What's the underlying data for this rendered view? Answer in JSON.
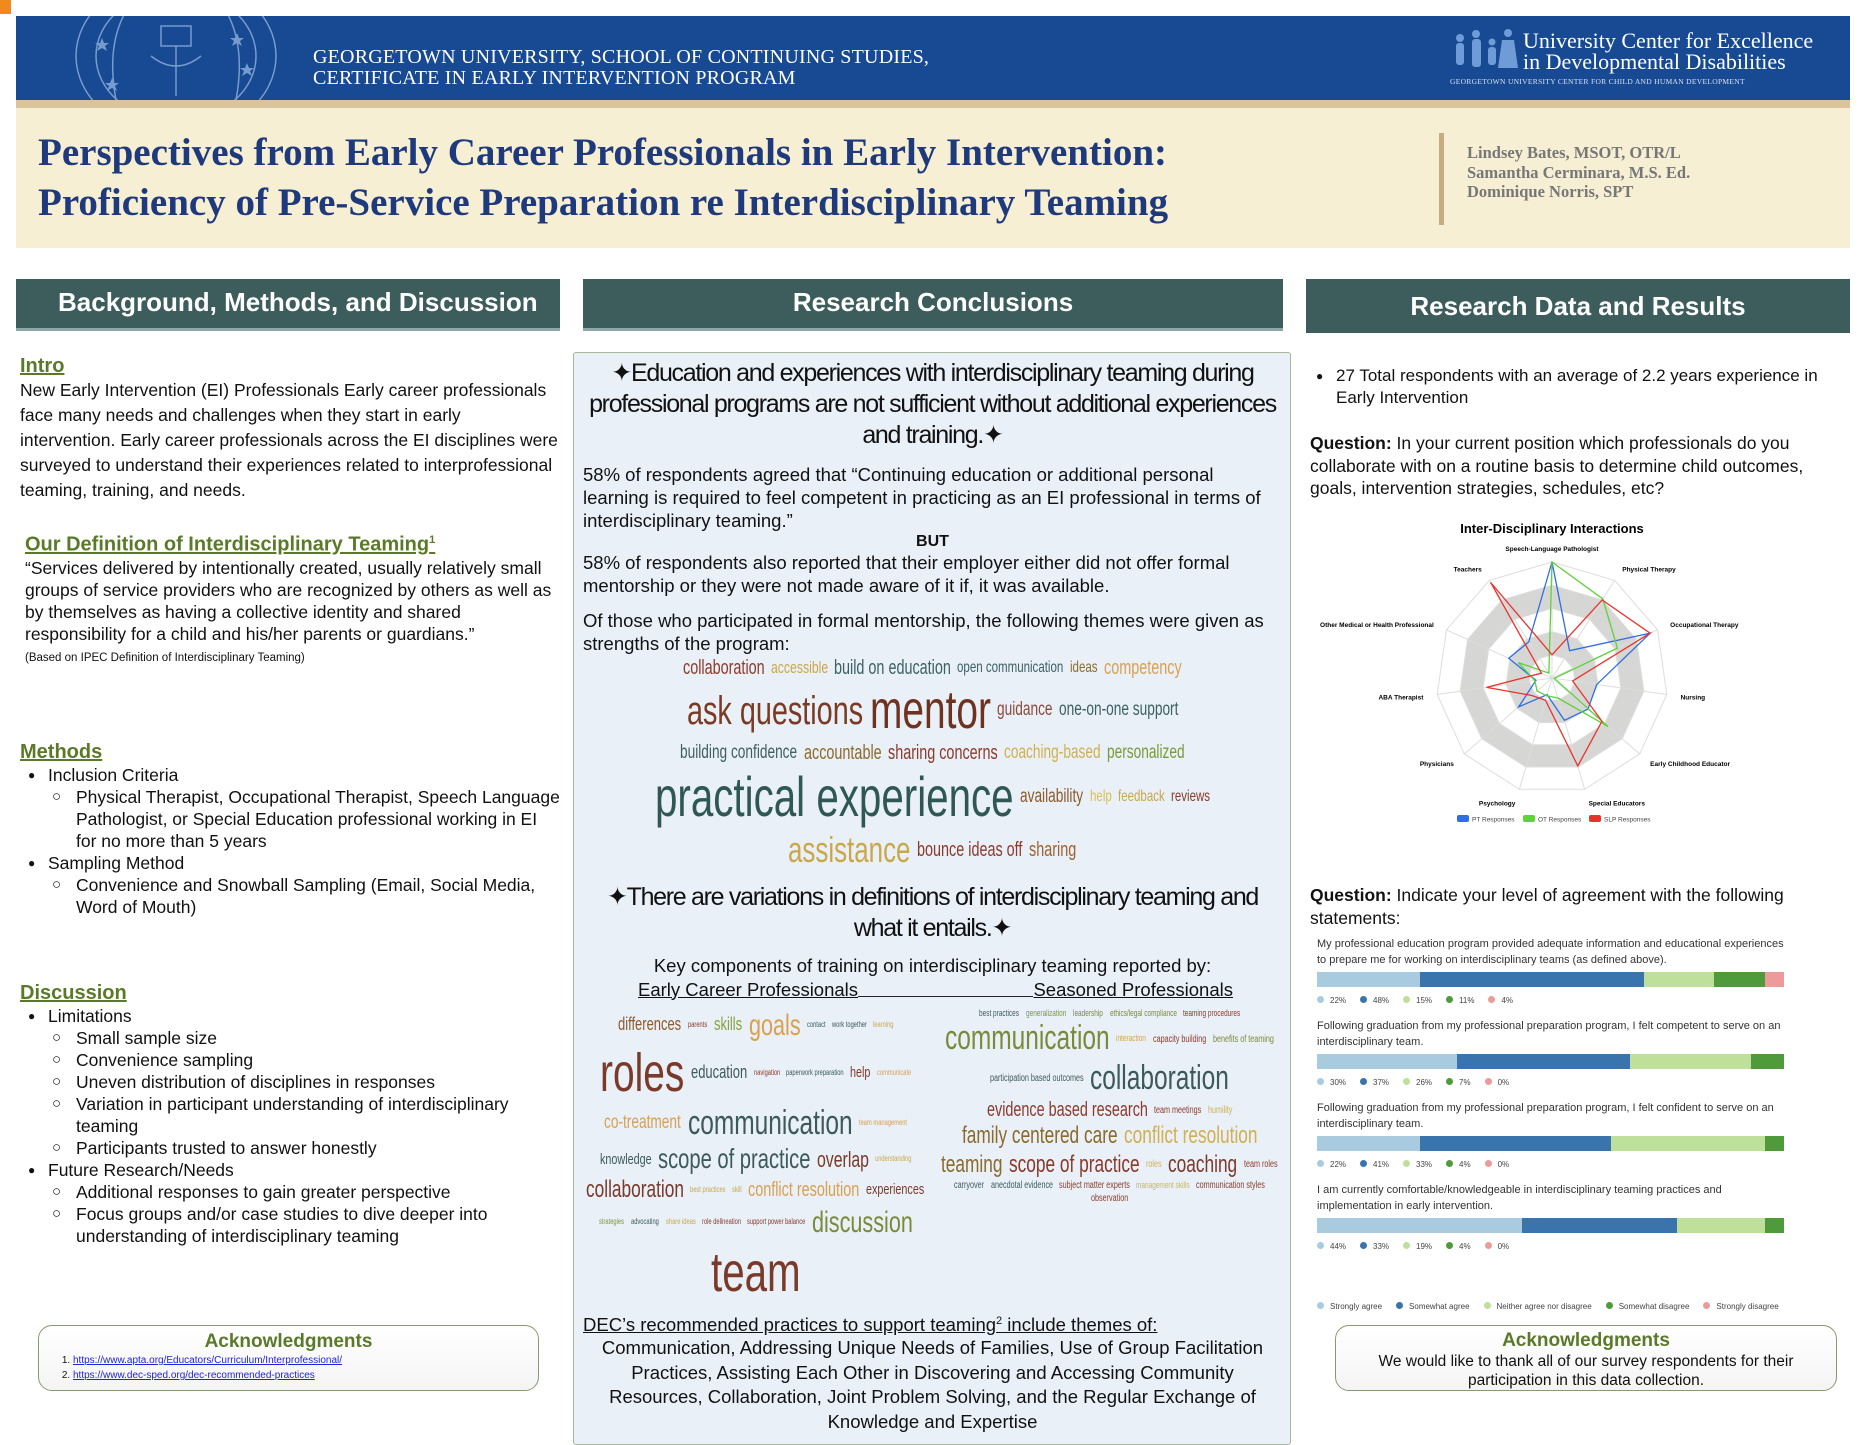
{
  "header": {
    "institution_line1": "GEORGETOWN UNIVERSITY, SCHOOL OF CONTINUING STUDIES,",
    "institution_line2": "CERTIFICATE IN EARLY INTERVENTION PROGRAM",
    "ucedd_line1": "University Center for Excellence",
    "ucedd_line2": "in Developmental Disabilities",
    "ucedd_sub": "GEORGETOWN UNIVERSITY CENTER FOR CHILD AND HUMAN DEVELOPMENT"
  },
  "title": {
    "line1": "Perspectives from Early Career Professionals in Early Intervention:",
    "line2": "Proficiency of Pre-Service Preparation re Interdisciplinary Teaming"
  },
  "authors": [
    "Lindsey Bates, MSOT, OTR/L",
    "Samantha Cerminara, M.S. Ed.",
    "Dominique Norris, SPT"
  ],
  "left": {
    "header": "Background, Methods, and Discussion",
    "intro": {
      "heading": "Intro",
      "body": "New Early Intervention (EI) Professionals Early career professionals face many needs and challenges when they start in early intervention. Early career professionals across the EI disciplines were surveyed to understand their experiences related to interprofessional teaming, training, and needs."
    },
    "definition": {
      "heading": "Our Definition of Interdisciplinary Teaming",
      "sup": "1",
      "body": "“Services delivered by intentionally created, usually relatively small groups of service providers who are recognized by others as well as by themselves as having a collective identity and shared responsibility for a child and his/her parents or guardians.”",
      "note": "(Based on IPEC Definition of Interdisciplinary Teaming)"
    },
    "methods": {
      "heading": "Methods",
      "items": [
        {
          "label": "Inclusion Criteria",
          "sub": [
            "Physical Therapist, Occupational Therapist, Speech Language Pathologist, or Special Education professional working in EI for no more than 5 years"
          ]
        },
        {
          "label": "Sampling Method",
          "sub": [
            "Convenience and Snowball Sampling (Email, Social Media, Word of Mouth)"
          ]
        }
      ]
    },
    "discussion": {
      "heading": "Discussion",
      "items": [
        {
          "label": "Limitations",
          "sub": [
            "Small sample size",
            "Convenience sampling",
            "Uneven distribution of disciplines in responses",
            "Variation in participant understanding of interdisciplinary teaming",
            "Participants trusted to answer honestly"
          ]
        },
        {
          "label": "Future Research/Needs",
          "sub": [
            "Additional responses to gain greater perspective",
            "Focus groups and/or case studies to dive deeper into understanding of interdisciplinary teaming"
          ]
        }
      ]
    },
    "ack": {
      "heading": "Acknowledgments",
      "links": [
        "https://www.apta.org/Educators/Curriculum/Interprofessional/",
        "https://www.dec-sped.org/dec-recommended-practices"
      ]
    }
  },
  "center": {
    "header": "Research Conclusions",
    "headline1": "✦Education and experiences with interdisciplinary teaming during professional programs are not sufficient without additional experiences and training.✦",
    "para1": "58% of respondents agreed that “Continuing education or additional personal learning is required to feel competent in practicing as an EI professional in terms of interdisciplinary teaming.”",
    "but": "BUT",
    "para2": "58% of respondents also reported that their employer either did not offer formal mentorship or they were not made aware of it if, it was available.",
    "para3": "Of those who participated in formal mentorship, the following themes were given as strengths of the program:",
    "cloud1": [
      "ask questions",
      "mentor",
      "practical experience",
      "assistance",
      "collaboration",
      "accessible",
      "build on education",
      "one-on-one support",
      "building confidence",
      "accountable",
      "open communication",
      "competency",
      "ideas",
      "sharing concerns",
      "guidance",
      "coaching-based",
      "personalized",
      "availability",
      "help",
      "feedback",
      "reviews",
      "bounce ideas off",
      "sharing"
    ],
    "headline2": "✦There are variations in definitions of interdisciplinary teaming and what it entails.✦",
    "key_components": "Key components of training on interdisciplinary teaming reported by:",
    "early_label": "Early Career Professionals",
    "seasoned_label": "Seasoned Professionals",
    "cloud2": [
      "roles",
      "communication",
      "team",
      "scope of practice",
      "collaboration",
      "discussion",
      "goals",
      "differences",
      "skills",
      "education",
      "co-treatment",
      "conflict resolution",
      "overlap",
      "experiences",
      "knowledge",
      "help",
      "contact",
      "work together",
      "learning",
      "paperwork preparation",
      "communicate",
      "team management",
      "understanding",
      "best practices",
      "skill",
      "role delineation",
      "strategies",
      "advocating",
      "share ideas",
      "support power balance",
      "parents",
      "navigation"
    ],
    "cloud3": [
      "communication",
      "collaboration",
      "family centered care",
      "conflict resolution",
      "scope of practice",
      "coaching",
      "evidence based research",
      "teaming",
      "best practices",
      "capacity building",
      "generalization",
      "benefits of teaming",
      "participation based outcomes",
      "leadership",
      "team meetings",
      "humility",
      "anecdotal evidence",
      "subject matter experts",
      "communication styles",
      "observation",
      "team roles",
      "carryover",
      "roles",
      "ethics/legal compliance",
      "teaming procedures",
      "interaction",
      "management skills"
    ],
    "dec_heading": "DEC’s recommended practices to support teaming",
    "dec_sup": "2",
    "dec_heading_tail": " include themes of:",
    "dec_body": "Communication, Addressing Unique Needs of Families, Use of Group Facilitation Practices, Assisting Each Other in Discovering and Accessing Community Resources, Collaboration, Joint Problem Solving, and the Regular Exchange of Knowledge and Expertise"
  },
  "right": {
    "header": "Research Data and Results",
    "bullet": "27 Total respondents with an average of 2.2 years experience in Early Intervention",
    "q1_label": "Question:",
    "q1_text": " In your current position which professionals do you collaborate with on a routine basis to determine child outcomes, goals, intervention strategies, schedules, etc?",
    "q2_label": "Question:",
    "q2_text": " Indicate your level of agreement with the following statements:",
    "ack": {
      "heading": "Acknowledgments",
      "body": "We would like to thank all of our survey respondents for their participation in this data collection."
    }
  },
  "chart_data": [
    {
      "type": "radar",
      "title": "Inter-Disciplinary Interactions",
      "axes": [
        "Speech-Language Pathologist",
        "Physical Therapy",
        "Occupational Therapy",
        "Nursing",
        "Early Childhood Educator",
        "Special Educators",
        "Psychology",
        "Physicians",
        "ABA Therapist",
        "Other Medical or Health Professional",
        "Teachers"
      ],
      "rlim": [
        0,
        1
      ],
      "legend": "bottom",
      "series": [
        {
          "name": "PT Responses",
          "color": "#2f6fe0",
          "values": [
            1.0,
            0.28,
            0.93,
            0.39,
            0.41,
            0.38,
            0.15,
            0.38,
            0.14,
            0.41,
            0.37
          ]
        },
        {
          "name": "OT Responses",
          "color": "#5fd13c",
          "values": [
            1.0,
            0.81,
            0.62,
            0.02,
            0.64,
            0.18,
            0.16,
            0.17,
            0.15,
            0.32,
            0.05
          ]
        },
        {
          "name": "SLP Responses",
          "color": "#e8332c",
          "values": [
            0.2,
            0.8,
            0.93,
            0.18,
            0.57,
            0.79,
            0.2,
            0.23,
            0.57,
            0.1,
            0.98
          ]
        }
      ]
    },
    {
      "type": "stacked-bar",
      "orientation": "horizontal",
      "legend": "bottom",
      "series": [
        {
          "name": "Strongly agree",
          "color": "#a9cbe0"
        },
        {
          "name": "Somewhat agree",
          "color": "#3a74ad"
        },
        {
          "name": "Neither agree nor disagree",
          "color": "#bfe09a"
        },
        {
          "name": "Somewhat disagree",
          "color": "#4f9a3a"
        },
        {
          "name": "Strongly disagree",
          "color": "#ec9a9a"
        }
      ],
      "categories": [
        {
          "statement": "My professional education program provided adequate information and educational experiences to prepare me for working on interdisciplinary teams (as defined above).",
          "values": [
            22,
            48,
            15,
            11,
            4
          ]
        },
        {
          "statement": "Following graduation from my professional preparation program, I felt competent to serve on an interdisciplinary team.",
          "values": [
            30,
            37,
            26,
            7,
            0
          ]
        },
        {
          "statement": "Following graduation from my professional preparation program, I felt confident to serve on an interdisciplinary team.",
          "values": [
            22,
            41,
            33,
            4,
            0
          ]
        },
        {
          "statement": "I am currently comfortable/knowledgeable in interdisciplinary teaming practices and implementation in early intervention.",
          "values": [
            44,
            33,
            19,
            4,
            0
          ]
        }
      ]
    }
  ]
}
